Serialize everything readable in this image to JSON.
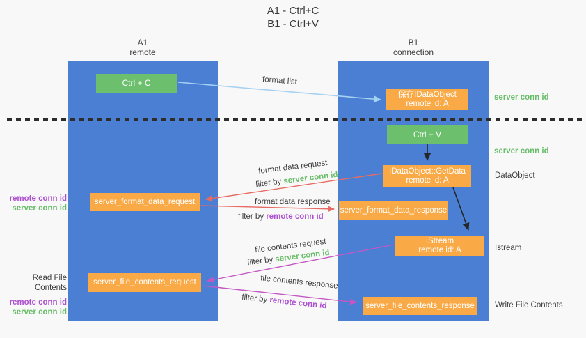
{
  "title": {
    "line1": "A1 - Ctrl+C",
    "line2": "B1 - Ctrl+V"
  },
  "columns": {
    "a1": {
      "name": "A1",
      "subtitle": "remote"
    },
    "b1": {
      "name": "B1",
      "subtitle": "connection"
    }
  },
  "nodes": {
    "ctrl_c": {
      "label": "Ctrl + C"
    },
    "save_idataobject": {
      "line1": "保存IDataObject",
      "line2": "remote id: A"
    },
    "ctrl_v": {
      "label": "Ctrl + V"
    },
    "getdata": {
      "line1": "IDataObject::GetData",
      "line2": "remote id: A"
    },
    "server_format_data_request": {
      "label": "server_format_data_request"
    },
    "server_format_data_response": {
      "label": "server_format_data_response"
    },
    "istream": {
      "line1": "IStream",
      "line2": "remote id: A"
    },
    "server_file_contents_request": {
      "label": "server_file_contents_request"
    },
    "server_file_contents_response": {
      "label": "server_file_contents_response"
    }
  },
  "annotations": {
    "format_list": "format list",
    "format_data_request": "format data request",
    "format_data_response": "format data response",
    "file_contents_request": "file contents request",
    "file_contents_response": "file contents response",
    "filter_by": "filter by"
  },
  "keywords": {
    "server_conn_id": "server conn id",
    "remote_conn_id": "remote conn id"
  },
  "side_labels": {
    "dataobject": "DataObject",
    "istream": "Istream",
    "write_file_contents": "Write File Contents",
    "read_file_contents": "Read File Contents"
  },
  "colors": {
    "background": "#f8f8f8",
    "column_blue": "#4a7fd4",
    "box_green": "#6cbf6d",
    "box_orange": "#f9aa47",
    "arrow_light_blue": "#a5d2f3",
    "arrow_red": "#e76b62",
    "arrow_magenta": "#c457c4",
    "arrow_black": "#262626",
    "text_green": "#67bd68",
    "text_purple": "#ad4fd1",
    "text_dark": "#3d3d3d"
  }
}
